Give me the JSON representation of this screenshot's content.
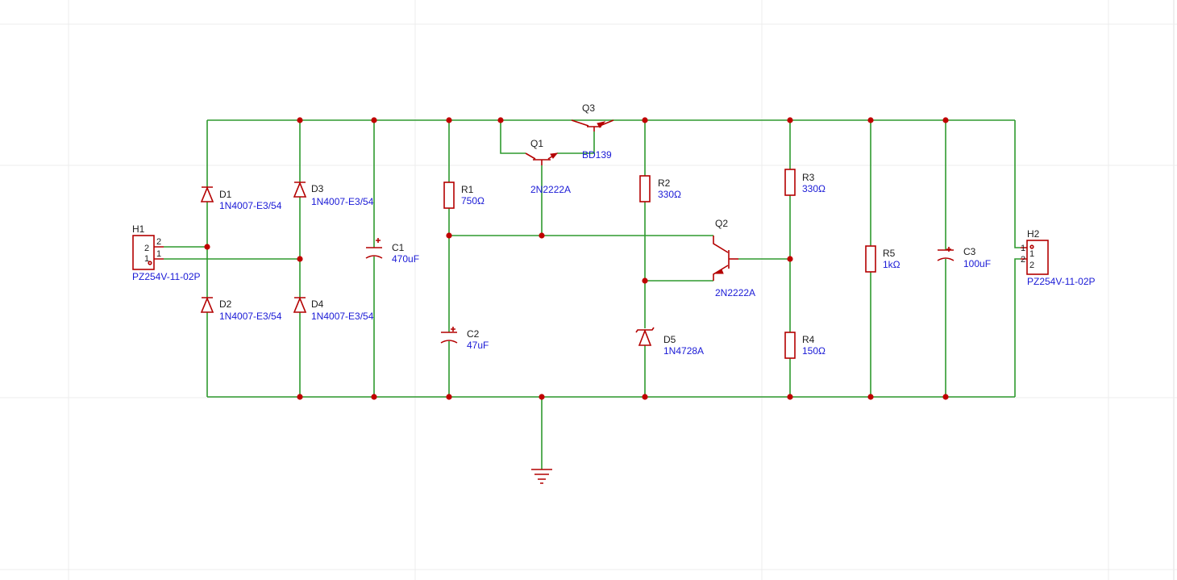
{
  "colors": {
    "wire": "#2e9a2e",
    "symbol": "#b40000",
    "junction": "#c00000",
    "designator": "#1c1c1c",
    "value": "#1a1ad6",
    "grid": "#ececec"
  },
  "components": {
    "H1": {
      "designator": "H1",
      "value": "PZ254V-11-02P",
      "pin_a": "2",
      "pin_b": "1",
      "inner_a": "2",
      "inner_b": "1"
    },
    "H2": {
      "designator": "H2",
      "value": "PZ254V-11-02P",
      "pin_a": "1",
      "pin_b": "2",
      "inner_a": "1",
      "inner_b": "2"
    },
    "D1": {
      "designator": "D1",
      "value": "1N4007-E3/54"
    },
    "D2": {
      "designator": "D2",
      "value": "1N4007-E3/54"
    },
    "D3": {
      "designator": "D3",
      "value": "1N4007-E3/54"
    },
    "D4": {
      "designator": "D4",
      "value": "1N4007-E3/54"
    },
    "C1": {
      "designator": "C1",
      "value": "470uF"
    },
    "C2": {
      "designator": "C2",
      "value": "47uF"
    },
    "C3": {
      "designator": "C3",
      "value": "100uF"
    },
    "R1": {
      "designator": "R1",
      "value": "750Ω"
    },
    "R2": {
      "designator": "R2",
      "value": "330Ω"
    },
    "R3": {
      "designator": "R3",
      "value": "330Ω"
    },
    "R4": {
      "designator": "R4",
      "value": "150Ω"
    },
    "R5": {
      "designator": "R5",
      "value": "1kΩ"
    },
    "Q1": {
      "designator": "Q1",
      "value": "2N2222A"
    },
    "Q2": {
      "designator": "Q2",
      "value": "2N2222A"
    },
    "Q3": {
      "designator": "Q3",
      "value": "BD139"
    },
    "D5": {
      "designator": "D5",
      "value": "1N4728A"
    }
  }
}
